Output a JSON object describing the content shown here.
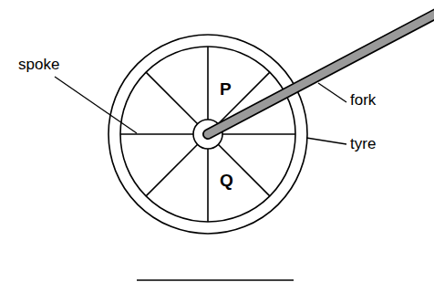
{
  "diagram": {
    "labels": [
      "spoke",
      "P",
      "fork",
      "Q",
      "tyre"
    ]
  }
}
